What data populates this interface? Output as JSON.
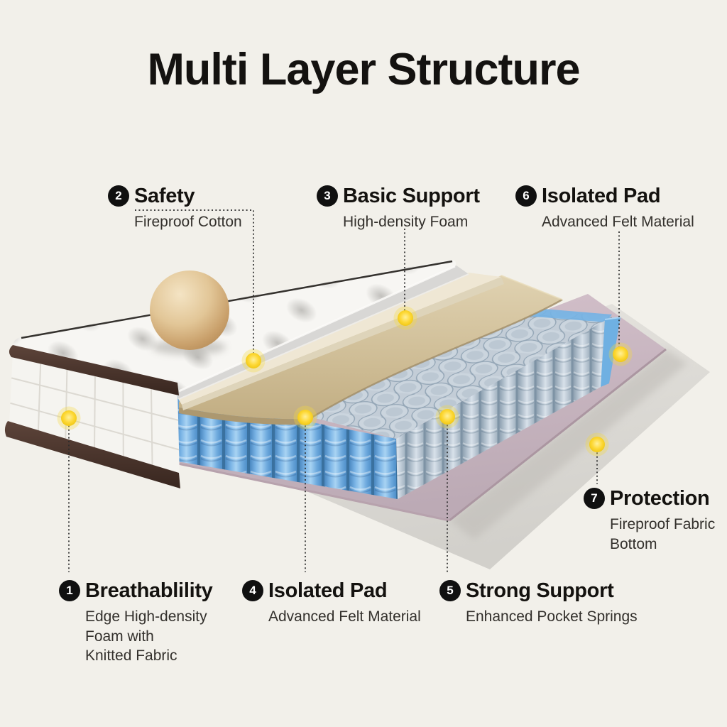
{
  "title": "Multi Layer Structure",
  "callouts": [
    {
      "number": "1",
      "heading": "Breathablility",
      "lines": [
        "Edge High-density",
        "Foam with",
        "Knitted Fabric"
      ]
    },
    {
      "number": "2",
      "heading": "Safety",
      "lines": [
        "Fireproof Cotton"
      ]
    },
    {
      "number": "3",
      "heading": "Basic Support",
      "lines": [
        "High-density Foam"
      ]
    },
    {
      "number": "4",
      "heading": "Isolated Pad",
      "lines": [
        "Advanced Felt Material"
      ]
    },
    {
      "number": "5",
      "heading": "Strong Support",
      "lines": [
        "Enhanced Pocket Springs"
      ]
    },
    {
      "number": "6",
      "heading": "Isolated Pad",
      "lines": [
        "Advanced Felt Material"
      ]
    },
    {
      "number": "7",
      "heading": "Protection",
      "lines": [
        "Fireproof Fabric",
        "Bottom"
      ]
    }
  ],
  "colors": {
    "background": "#f2f0ea",
    "marker_dot": "#f7d93e",
    "spring_blue": "#78b2e4",
    "spring_gray": "#c3cdd7",
    "foam_tan": "#d0bd96",
    "foam_cream": "#efe7d4",
    "felt_pink": "#c9b6c0",
    "bottom_gray": "#dcdad5",
    "piping_brown": "#46322a",
    "badge_black": "#101010"
  }
}
